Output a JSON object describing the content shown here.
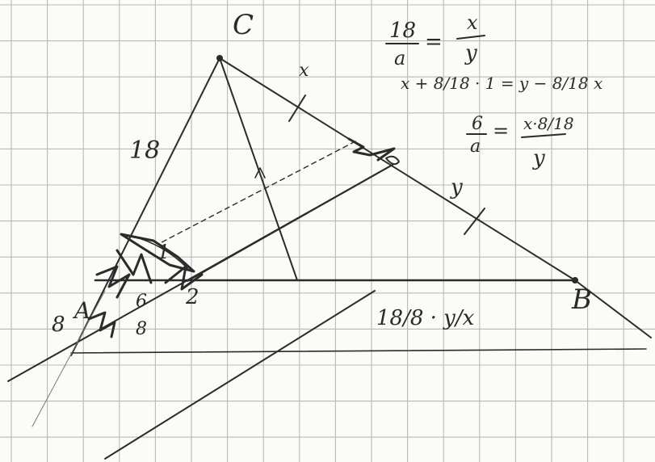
{
  "labels": {
    "vertex_C": "C",
    "vertex_A": "A",
    "vertex_B": "B",
    "side_18": "18",
    "point_1": "1",
    "point_2": "2",
    "seg_x": "x",
    "seg_y": "y",
    "seg_6": "6",
    "seg_8": "8",
    "small_8": "8"
  },
  "equations": {
    "eq1_num_left": "18",
    "eq1_den_left": "a",
    "eq1_equals": "=",
    "eq1_num_right": "x",
    "eq1_den_right": "y",
    "eq2": "x + 8/18 · 1 = y − 8/18 x",
    "eq3_num_left": "6",
    "eq3_den_left": "a",
    "eq3_equals": "=",
    "eq3_num_right": "x·8/18",
    "eq3_den_right": "y",
    "eq4": "18/8 · y/x"
  },
  "colors": {
    "paper": "#fbfbf8",
    "grid": "#b9b9b9",
    "ink": "#2b2b2b"
  }
}
